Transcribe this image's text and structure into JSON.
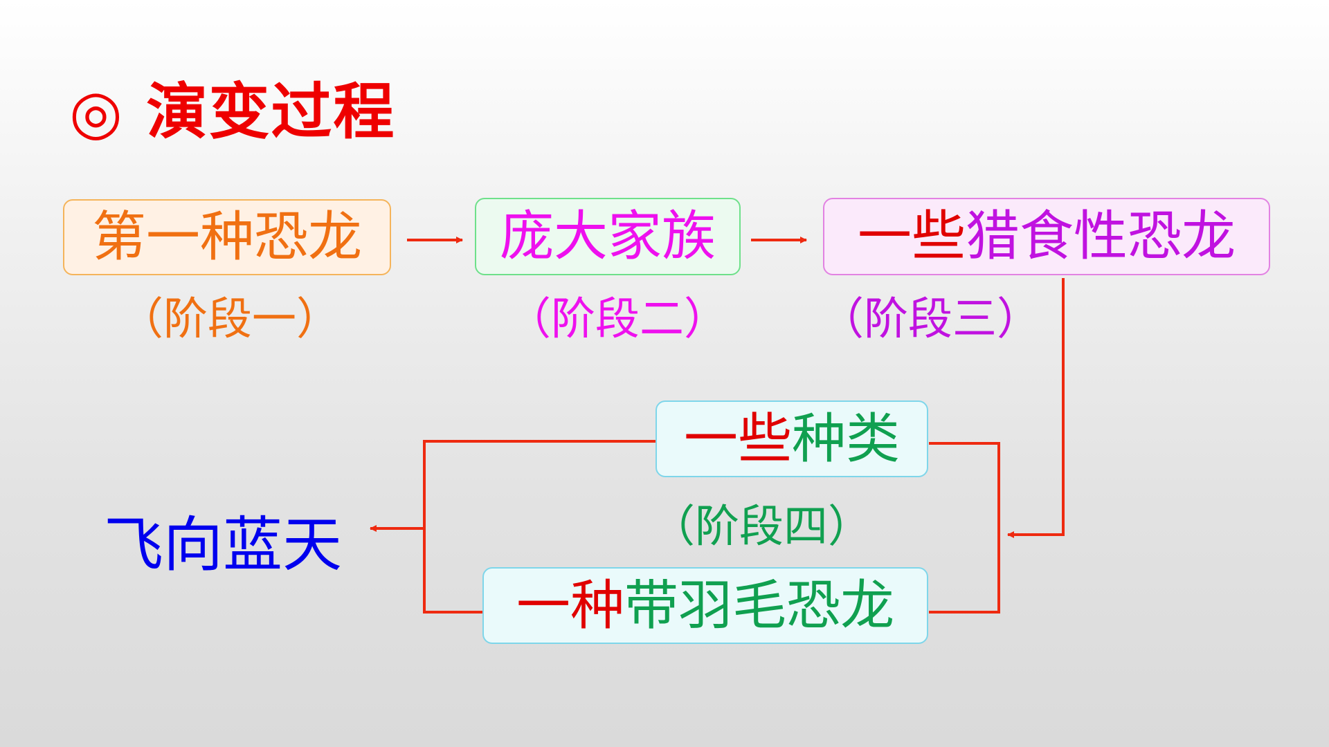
{
  "title": "◎ 演变过程",
  "stages": {
    "s1": {
      "text": "第一种恐龙",
      "label": "（阶段一）"
    },
    "s2": {
      "text": "庞大家族",
      "label": "（阶段二）"
    },
    "s3": {
      "text_a": "一些",
      "text_b": "猎食性恐龙",
      "label": "（阶段三）"
    },
    "s4": {
      "top_a": "一些",
      "top_b": "种类",
      "bottom_a": "一种",
      "bottom_b": "带羽毛恐龙",
      "label": "（阶段四）"
    }
  },
  "result": "飞向蓝天",
  "colors": {
    "title": "#ee0000",
    "arrow": "#ee2a10",
    "stage1": "#f07012",
    "stage2": "#ee10ee",
    "stage3": "#c012e0",
    "stage4": "#10a050",
    "emphasis": "#e00000",
    "result": "#0000ee"
  }
}
